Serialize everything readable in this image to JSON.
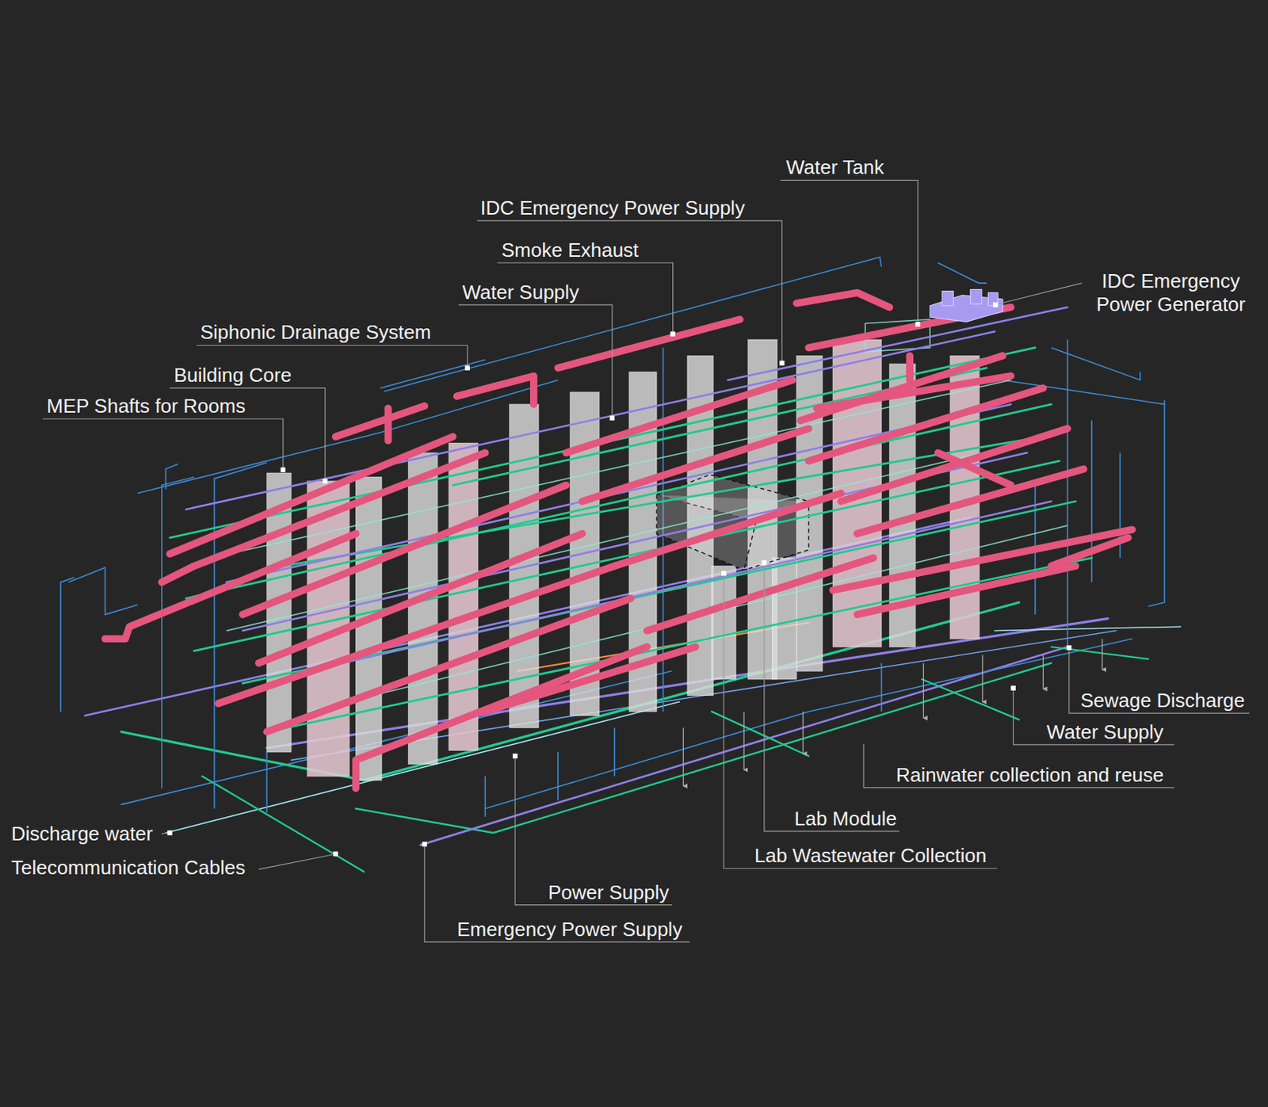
{
  "diagram": {
    "labels": [
      "Water Tank",
      "IDC Emergency Power Supply",
      "Smoke Exhaust",
      "Water Supply",
      "IDC Emergency Power Generator",
      "Siphonic Drainage System",
      "Building Core",
      "MEP Shafts for Rooms",
      "Sewage Discharge",
      "Water Supply",
      "Rainwater collection and reuse",
      "Discharge water",
      "Lab Module",
      "Telecommunication Cables",
      "Lab Wastewater Collection",
      "Power Supply",
      "Emergency Power Supply"
    ]
  }
}
